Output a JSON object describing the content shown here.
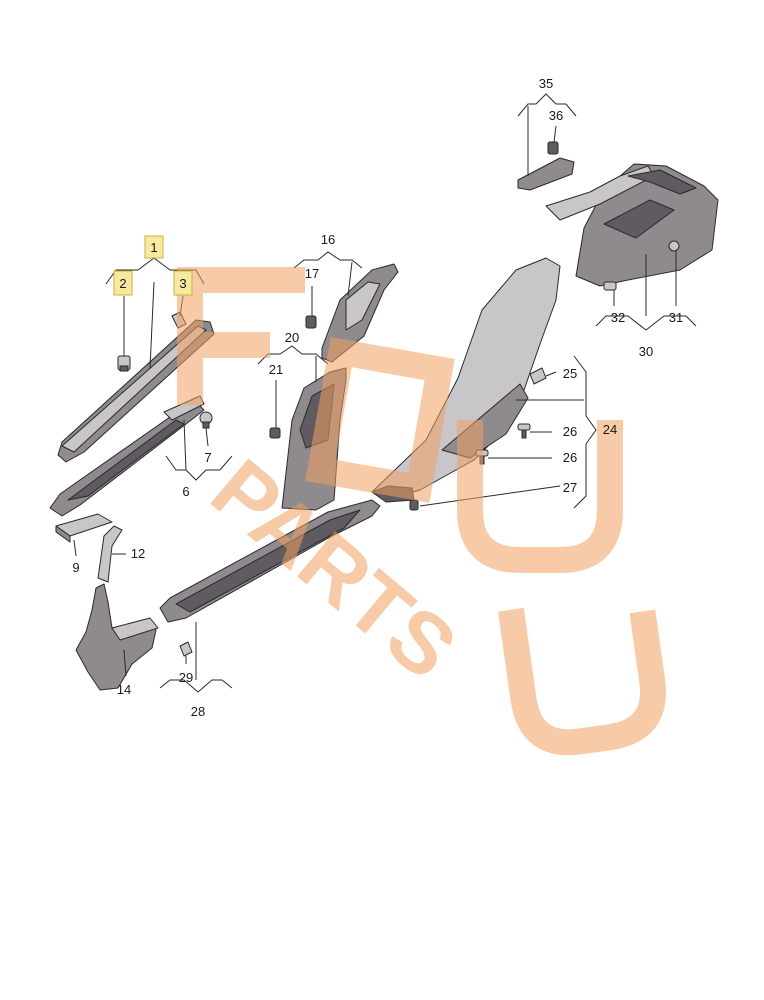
{
  "labels": {
    "l1": "1",
    "l2": "2",
    "l3": "3",
    "l6": "6",
    "l7": "7",
    "l9": "9",
    "l12": "12",
    "l14": "14",
    "l16": "16",
    "l17": "17",
    "l20": "20",
    "l21": "21",
    "l24": "24",
    "l25": "25",
    "l26a": "26",
    "l26b": "26",
    "l27": "27",
    "l28": "28",
    "l29": "29",
    "l30": "30",
    "l31": "31",
    "l32": "32",
    "l35": "35",
    "l36": "36"
  },
  "highlighted": [
    "1",
    "2",
    "3"
  ],
  "watermark": {
    "text": "PARTS",
    "color": "#f0a060"
  }
}
